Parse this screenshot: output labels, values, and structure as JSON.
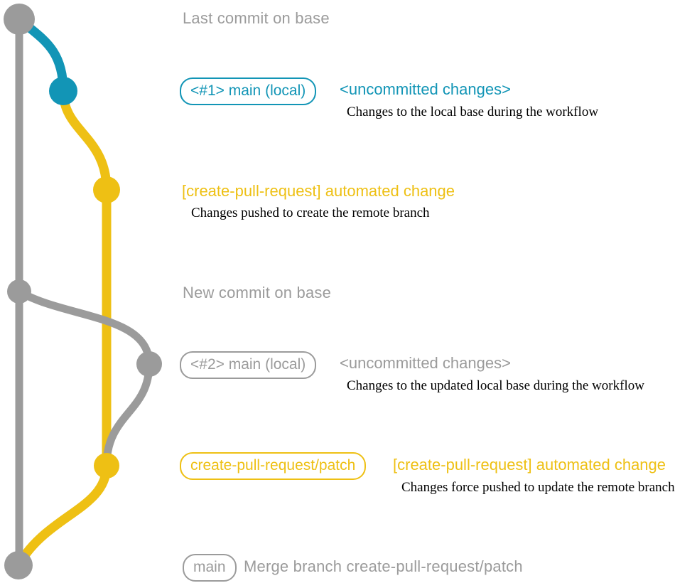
{
  "colors": {
    "gray": "#9b9b9b",
    "teal": "#1295b6",
    "yellow": "#eec014",
    "ink": "#000000",
    "bg": "#ffffff"
  },
  "captions": {
    "last_commit": "Last commit on base",
    "new_commit": "New commit on base"
  },
  "rows": {
    "local1": {
      "badge": "<#1> main (local)",
      "label": "<uncommitted changes>",
      "desc": "Changes to the local base during the workflow"
    },
    "push1": {
      "label": "[create-pull-request] automated change",
      "desc": "Changes pushed to create the remote branch"
    },
    "local2": {
      "badge": "<#2> main (local)",
      "label": "<uncommitted changes>",
      "desc": "Changes to the updated local base during the workflow"
    },
    "push2": {
      "badge": "create-pull-request/patch",
      "label": "[create-pull-request] automated change",
      "desc": "Changes force pushed to update the remote branch"
    },
    "merge": {
      "badge": "main",
      "text": "Merge branch create-pull-request/patch"
    }
  },
  "graph": {
    "branches": [
      "base",
      "main (local)",
      "create-pull-request/patch"
    ],
    "nodes": [
      {
        "name": "last-commit-on-base",
        "color": "gray"
      },
      {
        "name": "uncommitted-changes-1",
        "color": "teal"
      },
      {
        "name": "automated-change-1",
        "color": "yellow"
      },
      {
        "name": "new-commit-on-base",
        "color": "gray"
      },
      {
        "name": "uncommitted-changes-2",
        "color": "gray"
      },
      {
        "name": "automated-change-2-force-push",
        "color": "yellow"
      },
      {
        "name": "merge-commit",
        "color": "gray"
      }
    ]
  }
}
